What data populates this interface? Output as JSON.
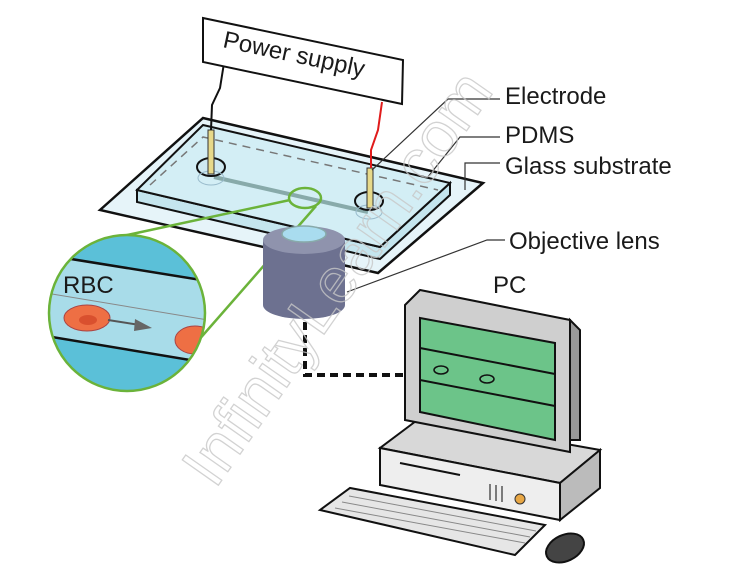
{
  "labels": {
    "power_supply": "Power supply",
    "electrode": "Electrode",
    "pdms": "PDMS",
    "glass_substrate": "Glass substrate",
    "objective_lens": "Objective lens",
    "pc": "PC",
    "rbc": "RBC"
  },
  "watermark": "InfinityLearn.com",
  "colors": {
    "glass": "#dff1f7",
    "pdms": "#c9e9f2",
    "zoom_outline": "#6bb33a",
    "rbc": "#ee6f44",
    "red_wire": "#e01b1b",
    "objective": "#6d7190",
    "screen": "#6cc489",
    "monitor_frame": "#c9c9c9"
  }
}
